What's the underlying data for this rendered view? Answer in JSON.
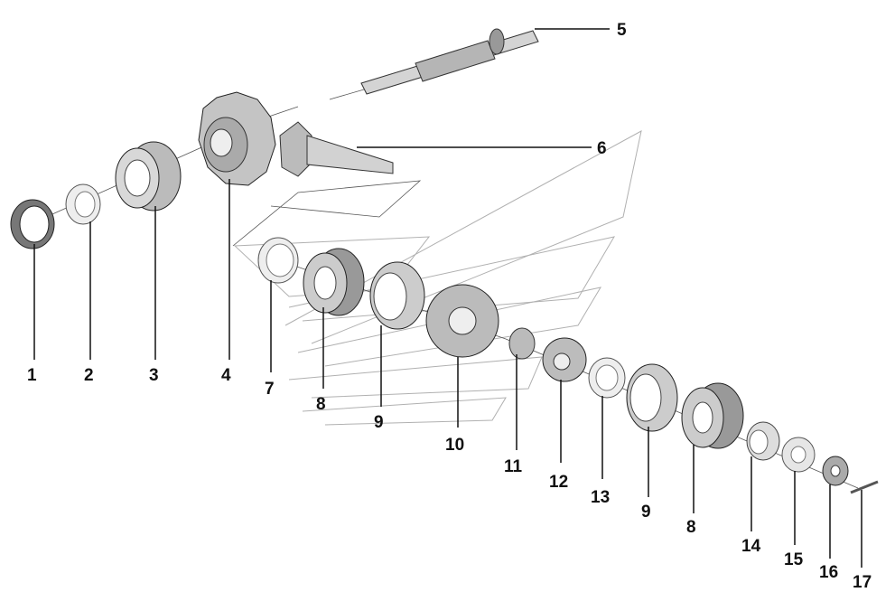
{
  "labels": [
    "1",
    "2",
    "3",
    "4",
    "5",
    "6",
    "7",
    "8",
    "9",
    "10",
    "11",
    "12",
    "13",
    "9",
    "8",
    "14",
    "15",
    "16",
    "17"
  ],
  "colors": {
    "line": "#222222",
    "part": "#c8c8c8",
    "part_dark": "#8e8e8e",
    "watermark": "#9a9a9a"
  }
}
